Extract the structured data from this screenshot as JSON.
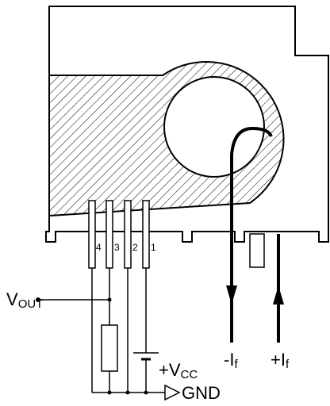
{
  "pins": [
    "4",
    "3",
    "2",
    "1"
  ],
  "labels": {
    "vout_main": "V",
    "vout_sub": "OUT",
    "vcc_prefix": "+V",
    "vcc_sub": "CC",
    "gnd": "GND",
    "if_minus_prefix": "-I",
    "if_plus_prefix": "+I",
    "if_sub": "f"
  }
}
